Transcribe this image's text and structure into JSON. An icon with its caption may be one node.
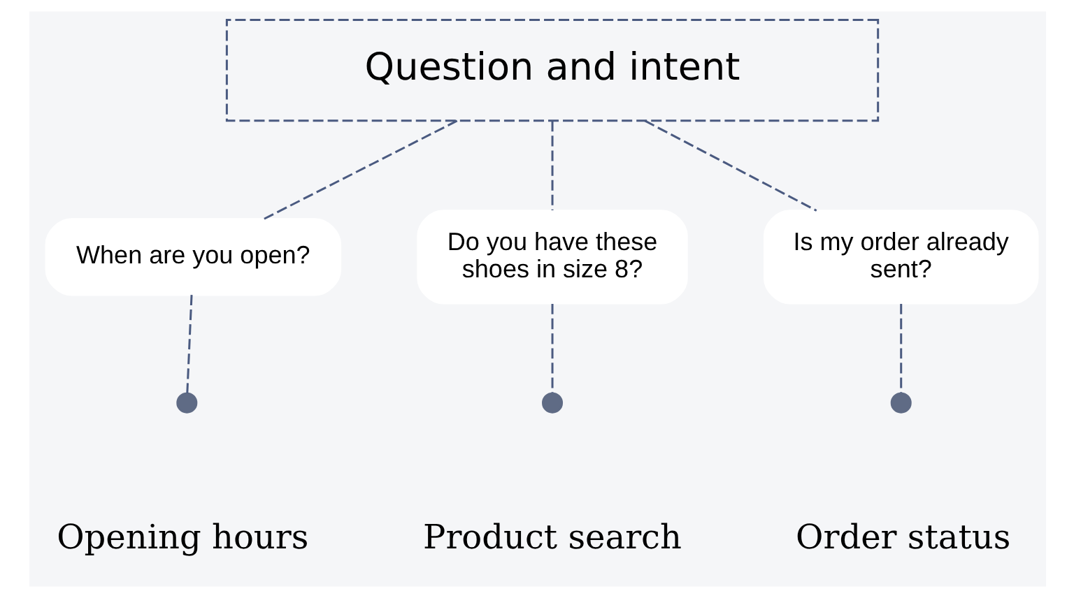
{
  "diagram": {
    "nodes": [
      {
        "text": [
          "Question and intent"
        ]
      },
      {
        "text": [
          "When are you open?"
        ]
      },
      {
        "text": [
          "Do you have these shoes in size 8?"
        ]
      },
      {
        "text": [
          "Is my order already sent?"
        ]
      },
      {
        "text": [],
        "shape": "circle",
        "beside": [
          "Opening hours"
        ]
      },
      {
        "text": [],
        "shape": "circle",
        "beside": [
          "Product search"
        ]
      },
      {
        "text": [],
        "shape": "circle",
        "beside": [
          "Order status"
        ]
      }
    ],
    "edges": [
      {
        "from": 0,
        "to": 1,
        "arrow": "none",
        "style": "dashed"
      },
      {
        "from": 0,
        "to": 2,
        "arrow": "none",
        "style": "dashed"
      },
      {
        "from": 0,
        "to": 3,
        "arrow": "none",
        "style": "dashed"
      },
      {
        "from": 1,
        "to": 4,
        "arrow": "none",
        "style": "dashed"
      },
      {
        "from": 2,
        "to": 5,
        "arrow": "none",
        "style": "dashed"
      },
      {
        "from": 3,
        "to": 6,
        "arrow": "none",
        "style": "dashed"
      }
    ]
  }
}
